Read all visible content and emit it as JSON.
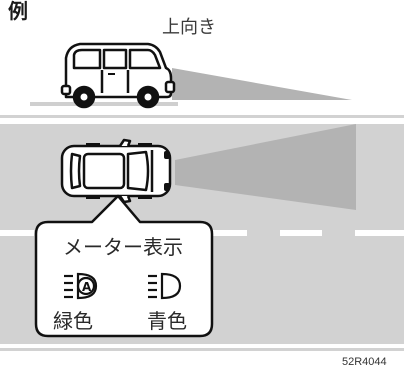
{
  "example_label": "例",
  "top_title": "上向き",
  "callout": {
    "heading": "メーター表示",
    "left_caption": "緑色",
    "right_caption": "青色",
    "left_icon": "auto-high-beam-indicator-icon",
    "right_icon": "high-beam-indicator-icon",
    "left_icon_letter": "A"
  },
  "figure_code": "52R4044",
  "colors": {
    "road": "#d2d2d2",
    "beam": "#b3b3b3",
    "outline": "#111111",
    "lane_mark": "#ffffff"
  }
}
